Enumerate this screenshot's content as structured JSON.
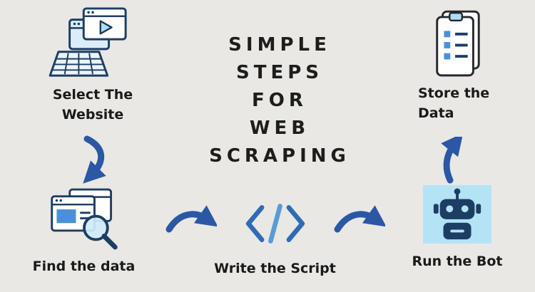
{
  "title": {
    "lines": [
      "SIMPLE",
      "STEPS FOR",
      "WEB",
      "SCRAPING"
    ]
  },
  "steps": [
    {
      "id": "select-website",
      "label": "Select The Website",
      "icon": "laptop-video-icon"
    },
    {
      "id": "find-data",
      "label": "Find the data",
      "icon": "browser-magnifier-icon"
    },
    {
      "id": "write-script",
      "label": "Write the Script",
      "icon": "code-icon"
    },
    {
      "id": "run-bot",
      "label": "Run the Bot",
      "icon": "robot-icon"
    },
    {
      "id": "store-data",
      "label": "Store the Data",
      "icon": "clipboard-icon"
    }
  ],
  "arrows": [
    {
      "name": "select-to-find",
      "direction": "down"
    },
    {
      "name": "find-to-write",
      "direction": "right"
    },
    {
      "name": "write-to-run",
      "direction": "right"
    },
    {
      "name": "run-to-store",
      "direction": "up"
    }
  ],
  "colors": {
    "background": "#e9e8e4",
    "title_text": "#1d1d1b",
    "label_text": "#1a1a1a",
    "arrow_blue": "#2b57a5",
    "icon_dark_navy": "#1d3e63",
    "icon_light_blue": "#aee0f5",
    "icon_mid_blue": "#4a90d9",
    "robot_background": "#b5e3f6"
  }
}
